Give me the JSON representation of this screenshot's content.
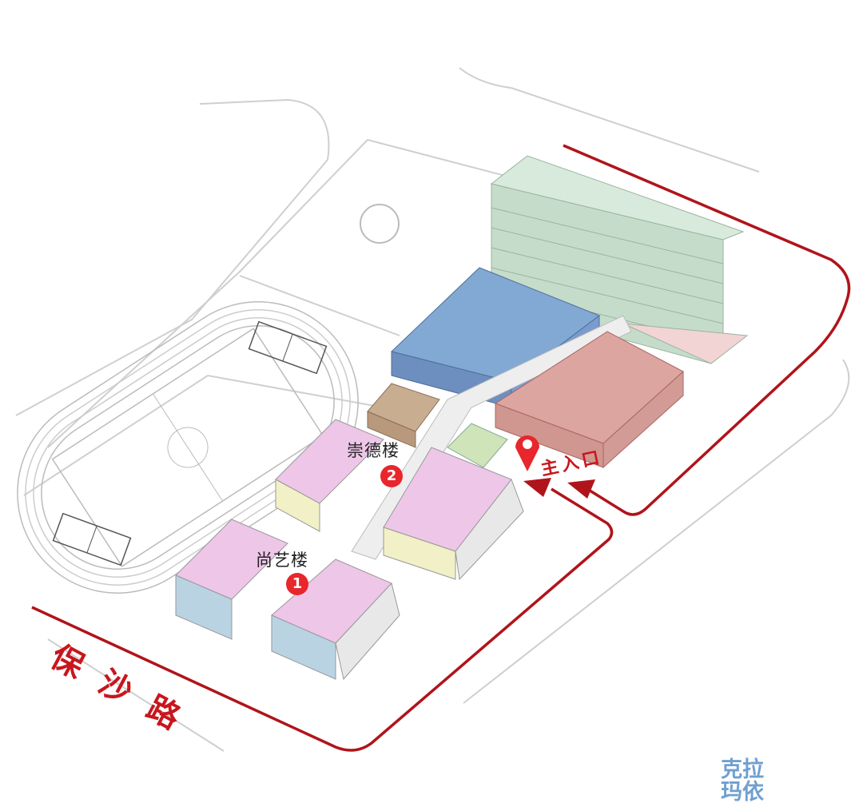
{
  "buildings": {
    "building_1": {
      "number": "1",
      "name": "尚艺楼"
    },
    "building_2": {
      "number": "2",
      "name": "崇德楼"
    }
  },
  "entrance": {
    "label": "主入口"
  },
  "road": {
    "name": "保沙路",
    "chars": [
      "保",
      "沙",
      "路"
    ]
  },
  "watermark": {
    "line1": "克拉",
    "line2": "玛依"
  },
  "colors": {
    "road_red": "#b0141a",
    "marker_red": "#e8262b",
    "tower_green": "#cfe3d3",
    "hall_blue": "#7ea6d2",
    "block_red": "#dca5a0",
    "brown": "#c9ad91",
    "pink": "#eec6e8",
    "yellow": "#f2f0c6",
    "lightblue": "#b9d3e3"
  }
}
